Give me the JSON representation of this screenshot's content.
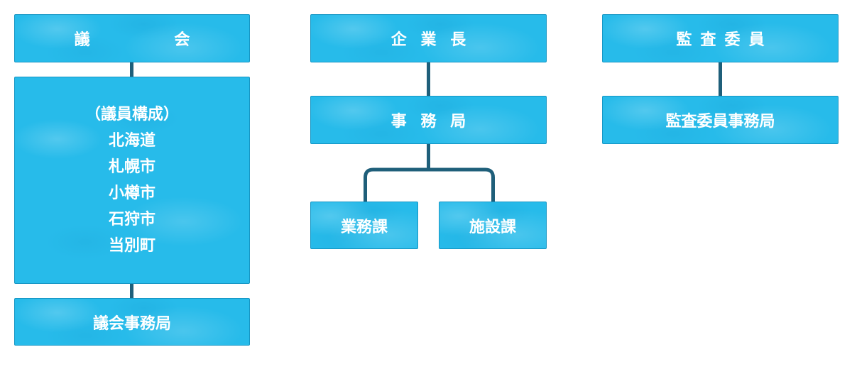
{
  "council": {
    "title": "議　会",
    "members_header": "（議員構成）",
    "members": [
      "北海道",
      "札幌市",
      "小樽市",
      "石狩市",
      "当別町"
    ],
    "secretariat": "議会事務局"
  },
  "enterprise": {
    "head": "企業長",
    "office": "事務局",
    "divisions": [
      "業務課",
      "施設課"
    ]
  },
  "audit": {
    "committee": "監査委員",
    "secretariat": "監査委員事務局"
  },
  "colors": {
    "box_fill": "#27bbea",
    "box_border": "#1596c4",
    "connector": "#1f5f7a",
    "text": "#ffffff"
  }
}
